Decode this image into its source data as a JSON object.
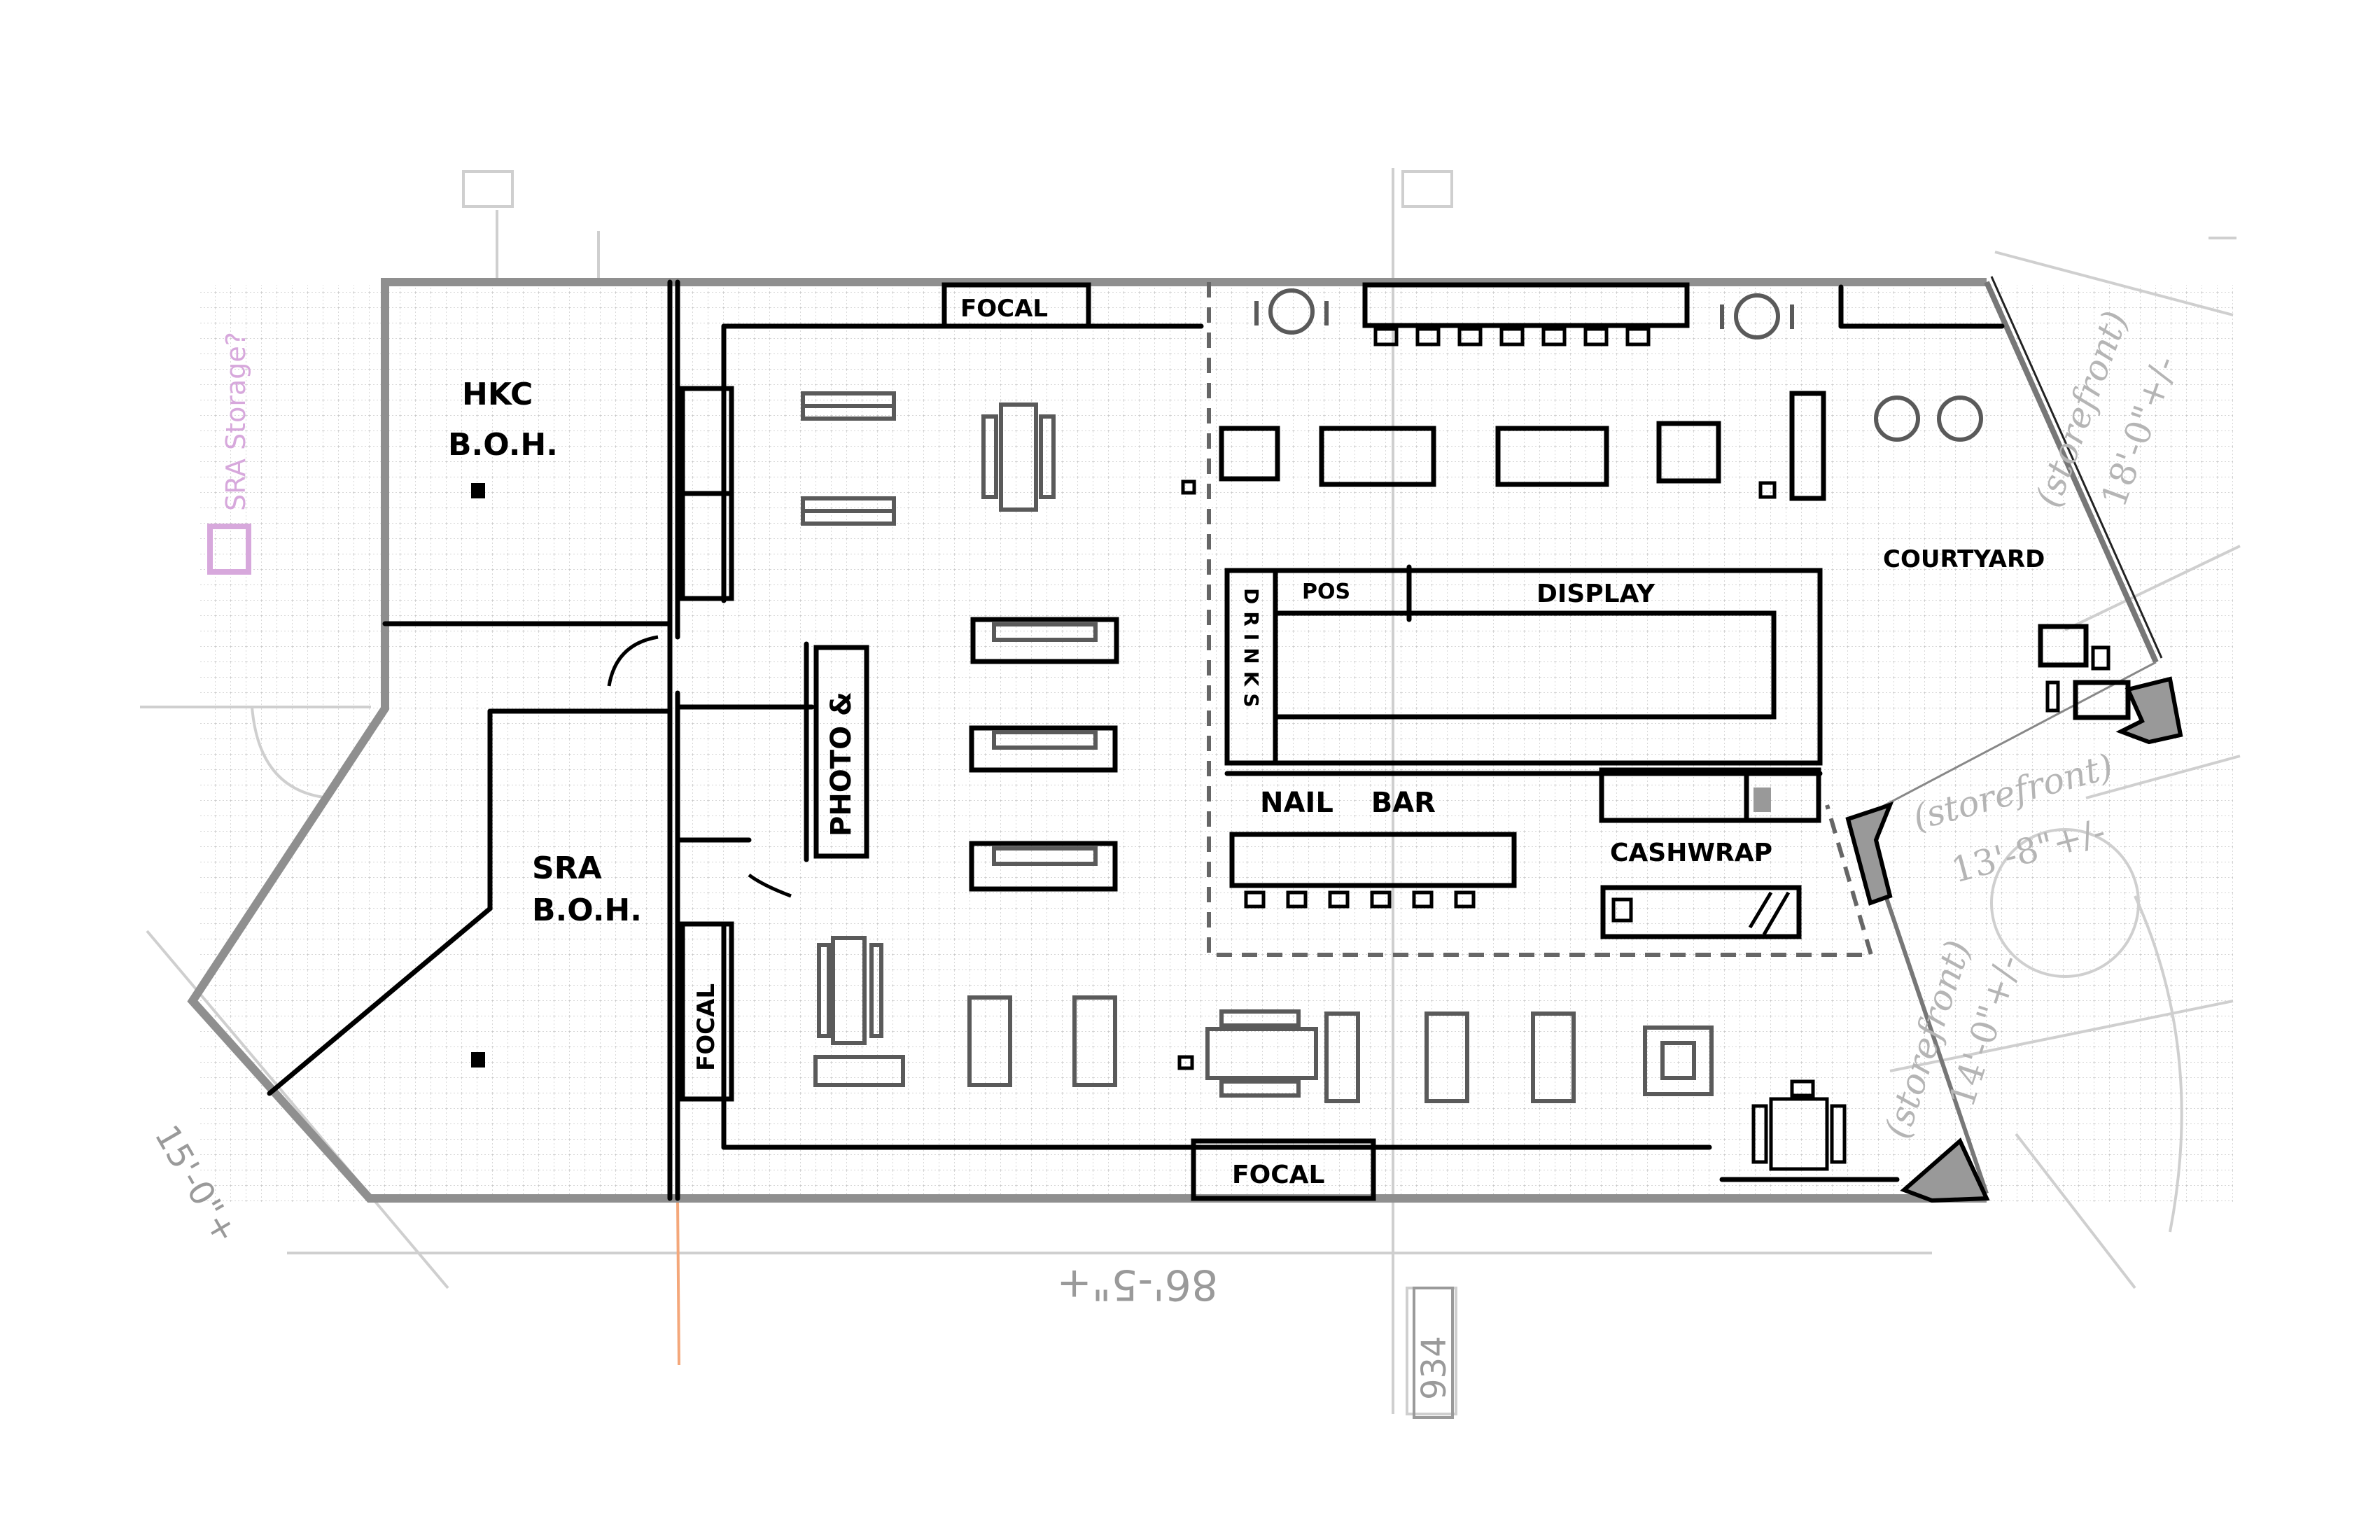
{
  "plan": {
    "rooms": {
      "hkc_boh": [
        "HKC",
        "B.O.H."
      ],
      "sra_boh": [
        "SRA",
        "B.O.H."
      ],
      "courtyard": "COURTYARD",
      "sra_storage": "SRA Storage?"
    },
    "fixtures": {
      "focal_top": "FOCAL",
      "focal_left": "FOCAL",
      "focal_bottom": "FOCAL",
      "photo": "PHOTO &",
      "pos": "POS",
      "display": "DISPLAY",
      "drinks": "DRINKS",
      "nail_bar": "NAIL BAR",
      "cashwrap": "CASHWRAP"
    },
    "dimensions": {
      "overall_length": "86'-5\"+",
      "storefront_label": "(storefront)",
      "storefront_right_top": "18'-0\"+/-",
      "storefront_middle": "13'-8\"+/-",
      "storefront_right_bottom": "14'-0\"+/-",
      "left_angle": "15'-0\"+",
      "grid_ref": "934"
    },
    "colors": {
      "wall": "#8f8f8f",
      "ink": "#000000",
      "storage_note": "#d7a8dc",
      "orange_line": "#f4a77a"
    }
  }
}
